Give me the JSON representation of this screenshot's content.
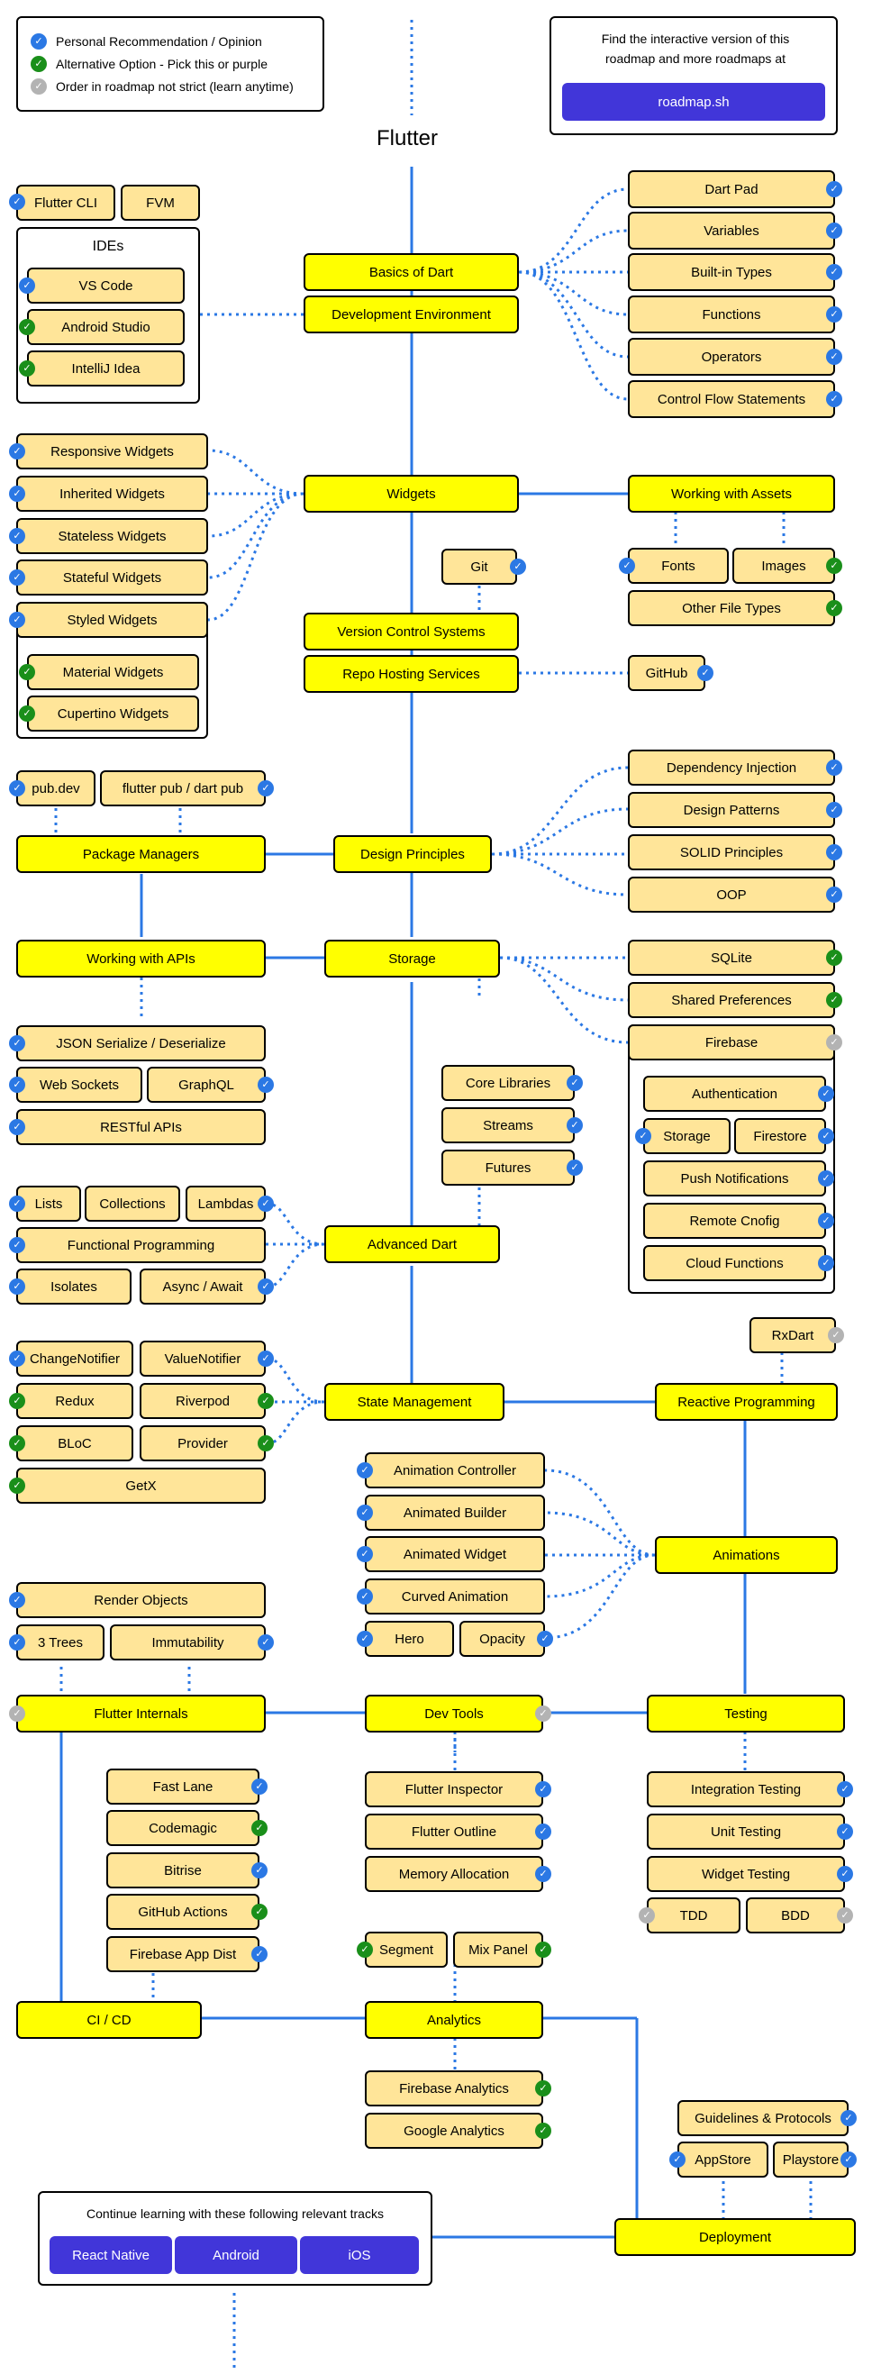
{
  "title": "Flutter",
  "legend": {
    "personal": "Personal Recommendation / Opinion",
    "alternative": "Alternative Option - Pick this or purple",
    "order": "Order in roadmap not strict (learn anytime)"
  },
  "promo": {
    "text": "Find the interactive version of this roadmap and more roadmaps at",
    "button": "roadmap.sh"
  },
  "tools": {
    "cli": "Flutter CLI",
    "fvm": "FVM"
  },
  "ides": {
    "heading": "IDEs",
    "items": [
      "VS Code",
      "Android Studio",
      "IntelliJ Idea"
    ]
  },
  "dart_basics": {
    "main": "Basics of Dart",
    "env": "Development Environment",
    "items": [
      "Dart Pad",
      "Variables",
      "Built-in Types",
      "Functions",
      "Operators",
      "Control Flow Statements"
    ]
  },
  "widgets": {
    "main": "Widgets",
    "items": [
      "Responsive Widgets",
      "Inherited Widgets",
      "Stateless Widgets",
      "Stateful Widgets",
      "Styled Widgets",
      "Material Widgets",
      "Cupertino Widgets"
    ]
  },
  "assets": {
    "main": "Working with Assets",
    "fonts": "Fonts",
    "images": "Images",
    "other": "Other File Types"
  },
  "vcs": {
    "git": "Git",
    "vcs": "Version Control Systems",
    "repo": "Repo Hosting Services",
    "github": "GitHub"
  },
  "packages": {
    "pubdev": "pub.dev",
    "pub": "flutter pub / dart pub",
    "main": "Package Managers"
  },
  "design": {
    "main": "Design Principles",
    "items": [
      "Dependency Injection",
      "Design Patterns",
      "SOLID Principles",
      "OOP"
    ]
  },
  "apis": {
    "main": "Working with APIs",
    "json": "JSON Serialize / Deserialize",
    "ws": "Web Sockets",
    "graphql": "GraphQL",
    "rest": "RESTful APIs"
  },
  "storage": {
    "main": "Storage",
    "sqlite": "SQLite",
    "shared": "Shared Preferences",
    "firebase": "Firebase",
    "fb_items": {
      "auth": "Authentication",
      "storage": "Storage",
      "firestore": "Firestore",
      "push": "Push Notifications",
      "remote": "Remote Cnofig",
      "cloud": "Cloud Functions"
    }
  },
  "adv": {
    "main": "Advanced Dart",
    "core": "Core Libraries",
    "streams": "Streams",
    "futures": "Futures",
    "lists": "Lists",
    "collections": "Collections",
    "lambdas": "Lambdas",
    "functional": "Functional Programming",
    "isolates": "Isolates",
    "async": "Async / Await"
  },
  "state": {
    "main": "State Management",
    "changenotifier": "ChangeNotifier",
    "valuenotifier": "ValueNotifier",
    "redux": "Redux",
    "riverpod": "Riverpod",
    "bloc": "BLoC",
    "provider": "Provider",
    "getx": "GetX"
  },
  "reactive": {
    "main": "Reactive Programming",
    "rxdart": "RxDart"
  },
  "animations": {
    "main": "Animations",
    "controller": "Animation Controller",
    "builder": "Animated Builder",
    "widget": "Animated Widget",
    "curved": "Curved Animation",
    "hero": "Hero",
    "opacity": "Opacity"
  },
  "internals": {
    "main": "Flutter Internals",
    "render": "Render Objects",
    "trees": "3 Trees",
    "immutability": "Immutability"
  },
  "devtools": {
    "main": "Dev Tools",
    "inspector": "Flutter Inspector",
    "outline": "Flutter Outline",
    "memory": "Memory Allocation"
  },
  "testing": {
    "main": "Testing",
    "integration": "Integration Testing",
    "unit": "Unit Testing",
    "widget": "Widget Testing",
    "tdd": "TDD",
    "bdd": "BDD"
  },
  "cicd": {
    "main": "CI / CD",
    "fastlane": "Fast Lane",
    "codemagic": "Codemagic",
    "bitrise": "Bitrise",
    "github_actions": "GitHub Actions",
    "firebase_dist": "Firebase App Dist"
  },
  "analytics": {
    "main": "Analytics",
    "segment": "Segment",
    "mixpanel": "Mix Panel",
    "firebase": "Firebase Analytics",
    "google": "Google Analytics"
  },
  "deploy": {
    "main": "Deployment",
    "guidelines": "Guidelines & Protocols",
    "appstore": "AppStore",
    "playstore": "Playstore"
  },
  "continue": {
    "text": "Continue learning with these following relevant tracks",
    "tracks": [
      "React Native",
      "Android",
      "iOS"
    ]
  }
}
